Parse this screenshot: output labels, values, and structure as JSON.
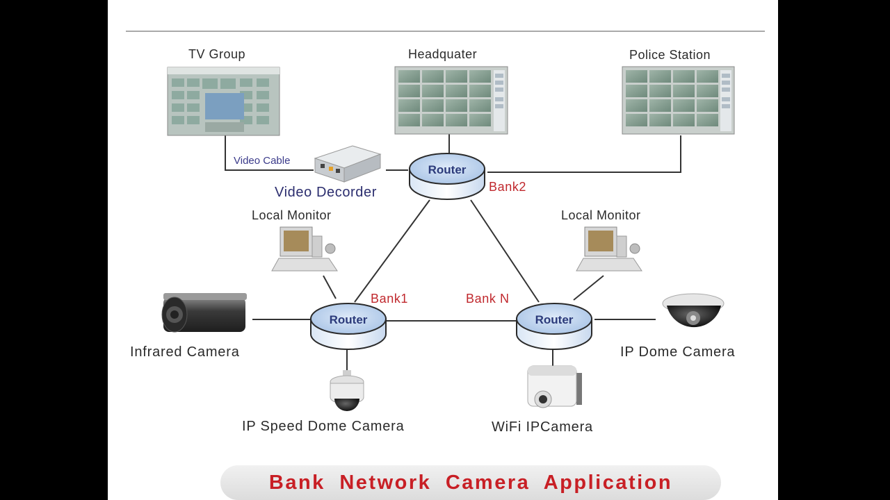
{
  "nodes": {
    "tv_group": "TV Group",
    "headquarter": "Headquater",
    "police_station": "Police Station",
    "video_cable": "Video Cable",
    "video_decoder": "Video Decorder",
    "local_monitor_left": "Local Monitor",
    "local_monitor_right": "Local Monitor",
    "router_top": "Router",
    "router_left": "Router",
    "router_right": "Router",
    "bank2": "Bank2",
    "bank1": "Bank1",
    "bank_n": "Bank N",
    "infrared_camera": "Infrared Camera",
    "ip_dome_camera": "IP Dome Camera",
    "ip_speed_dome_camera": "IP Speed Dome Camera",
    "wifi_ipcamera": "WiFi IPCamera"
  },
  "banner": {
    "title": "Bank  Network  Camera  Application"
  },
  "colors": {
    "bank_label": "#c0282d",
    "banner_text": "#c81f25",
    "router_text": "#2b3a7a",
    "router_top": "#b9d2ee"
  },
  "icons": [
    "tv-wall-icon",
    "multi-screen-monitor-icon",
    "video-decoder-box-icon",
    "desktop-computer-icon",
    "router-icon",
    "bullet-camera-icon",
    "dome-camera-icon",
    "speed-dome-camera-icon",
    "wifi-camera-icon"
  ]
}
